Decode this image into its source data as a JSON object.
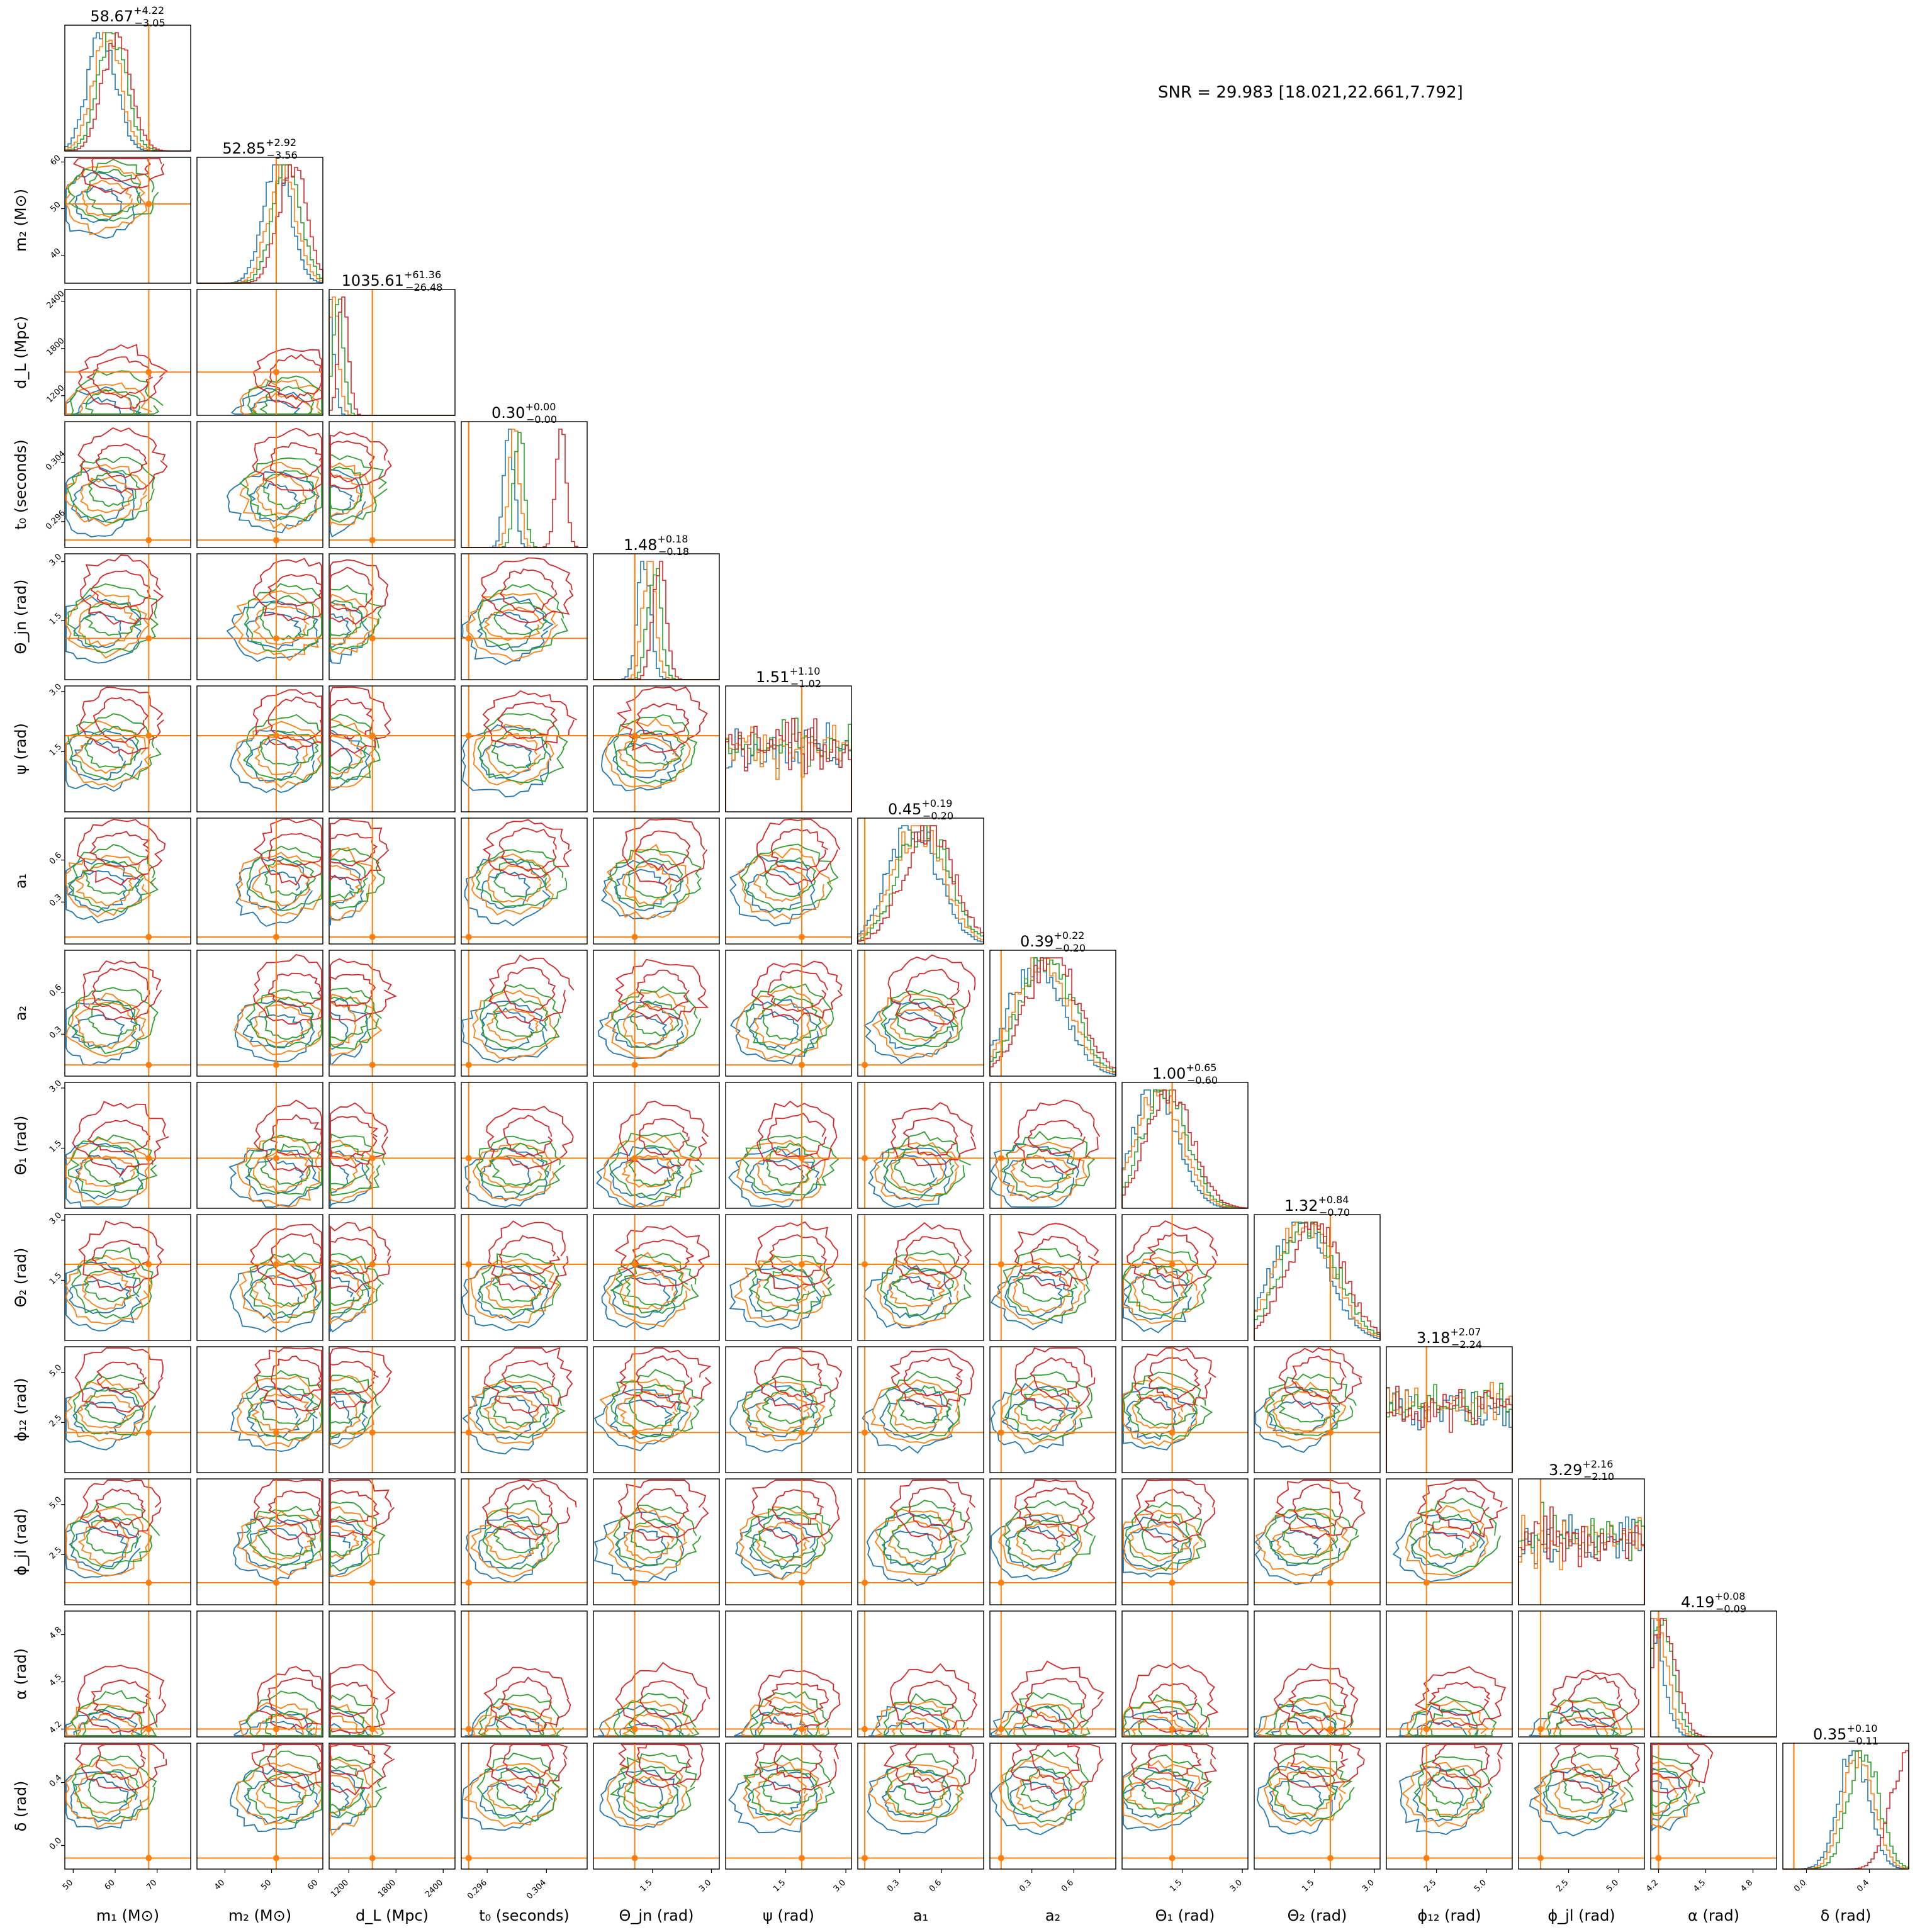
{
  "snr_text": "SNR = 29.983 [18.021,22.661,7.792]",
  "colors": {
    "truth": "#ff7f0e",
    "series": [
      "#1f77b4",
      "#ff7f0e",
      "#2ca02c",
      "#d62728"
    ]
  },
  "chart_data": {
    "type": "corner",
    "grid": false,
    "parameters": [
      {
        "id": "m1",
        "label": "m₁ (M⊙)",
        "range": [
          48,
          78
        ],
        "ticks": [
          "50",
          "60",
          "70"
        ],
        "truth": 68,
        "median": "58.67",
        "plus": "+4.22",
        "minus": "−3.05"
      },
      {
        "id": "m2",
        "label": "m₂ (M⊙)",
        "range": [
          34,
          61
        ],
        "ticks": [
          "40",
          "50",
          "60"
        ],
        "truth": 51,
        "median": "52.85",
        "plus": "+2.92",
        "minus": "−3.56"
      },
      {
        "id": "dL",
        "label": "d_L (Mpc)",
        "range": [
          950,
          2550
        ],
        "ticks": [
          "1200",
          "1800",
          "2400"
        ],
        "truth": 1500,
        "median": "1035.61",
        "plus": "+61.36",
        "minus": "−26.48"
      },
      {
        "id": "t0",
        "label": "t₀ (seconds)",
        "range": [
          0.2925,
          0.3095
        ],
        "ticks": [
          "0.296",
          "0.304"
        ],
        "truth": 0.2935,
        "median": "0.30",
        "plus": "+0.00",
        "minus": "−0.00"
      },
      {
        "id": "thetajn",
        "label": "Θ_jn (rad)",
        "range": [
          0.0,
          3.2
        ],
        "ticks": [
          "1.5",
          "3.0"
        ],
        "truth": 1.05,
        "median": "1.48",
        "plus": "+0.18",
        "minus": "−0.18"
      },
      {
        "id": "psi",
        "label": "ψ (rad)",
        "range": [
          0.0,
          3.14
        ],
        "ticks": [
          "1.5",
          "3.0"
        ],
        "truth": 1.9,
        "median": "1.51",
        "plus": "+1.10",
        "minus": "−1.02"
      },
      {
        "id": "a1",
        "label": "a₁",
        "range": [
          0.0,
          0.9
        ],
        "ticks": [
          "0.3",
          "0.6"
        ],
        "truth": 0.05,
        "median": "0.45",
        "plus": "+0.19",
        "minus": "−0.20"
      },
      {
        "id": "a2",
        "label": "a₂",
        "range": [
          0.0,
          0.9
        ],
        "ticks": [
          "0.3",
          "0.6"
        ],
        "truth": 0.08,
        "median": "0.39",
        "plus": "+0.22",
        "minus": "−0.20"
      },
      {
        "id": "theta1",
        "label": "Θ₁ (rad)",
        "range": [
          0.0,
          3.14
        ],
        "ticks": [
          "1.5",
          "3.0"
        ],
        "truth": 1.25,
        "median": "1.00",
        "plus": "+0.65",
        "minus": "−0.60"
      },
      {
        "id": "theta2",
        "label": "Θ₂ (rad)",
        "range": [
          0.0,
          3.14
        ],
        "ticks": [
          "1.5",
          "3.0"
        ],
        "truth": 1.9,
        "median": "1.32",
        "plus": "+0.84",
        "minus": "−0.70"
      },
      {
        "id": "phi12",
        "label": "ϕ₁₂ (rad)",
        "range": [
          0.0,
          6.28
        ],
        "ticks": [
          "2.5",
          "5.0"
        ],
        "truth": 2.0,
        "median": "3.18",
        "plus": "+2.07",
        "minus": "−2.24"
      },
      {
        "id": "phijl",
        "label": "ϕ_jl (rad)",
        "range": [
          0.0,
          6.28
        ],
        "ticks": [
          "2.5",
          "5.0"
        ],
        "truth": 1.1,
        "median": "3.29",
        "plus": "+2.16",
        "minus": "−2.10"
      },
      {
        "id": "alpha",
        "label": "α (rad)",
        "range": [
          4.15,
          4.95
        ],
        "ticks": [
          "4.2",
          "4.5",
          "4.8"
        ],
        "truth": 4.2,
        "median": "4.19",
        "plus": "+0.08",
        "minus": "−0.09"
      },
      {
        "id": "delta",
        "label": "δ (rad)",
        "range": [
          -0.15,
          0.65
        ],
        "ticks": [
          "0.0",
          "0.4"
        ],
        "truth": -0.08,
        "median": "0.35",
        "plus": "+0.10",
        "minus": "−0.11"
      }
    ]
  }
}
